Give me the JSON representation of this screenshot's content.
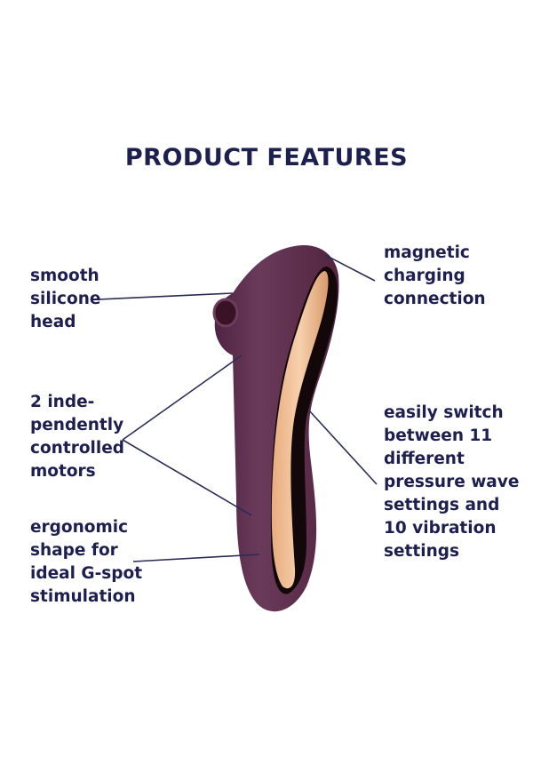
{
  "title": "PRODUCT FEATURES",
  "features_left": [
    {
      "text": "smooth\nsilicone\nhead"
    },
    {
      "text": "2 inde-\npendently\ncontrolled\nmotors"
    },
    {
      "text": "ergonomic\nshape for\nideal G-spot\nstimulation"
    }
  ],
  "features_right": [
    {
      "text": "magnetic\ncharging\nconnection"
    },
    {
      "text": "easily switch\nbetween 11\ndifferent\npressure wave\nsettings and\n10 vibration\nsettings"
    }
  ],
  "colors": {
    "text": "#1d1f4f",
    "body": "#5e2f4e",
    "accent": "#f2c39b"
  }
}
